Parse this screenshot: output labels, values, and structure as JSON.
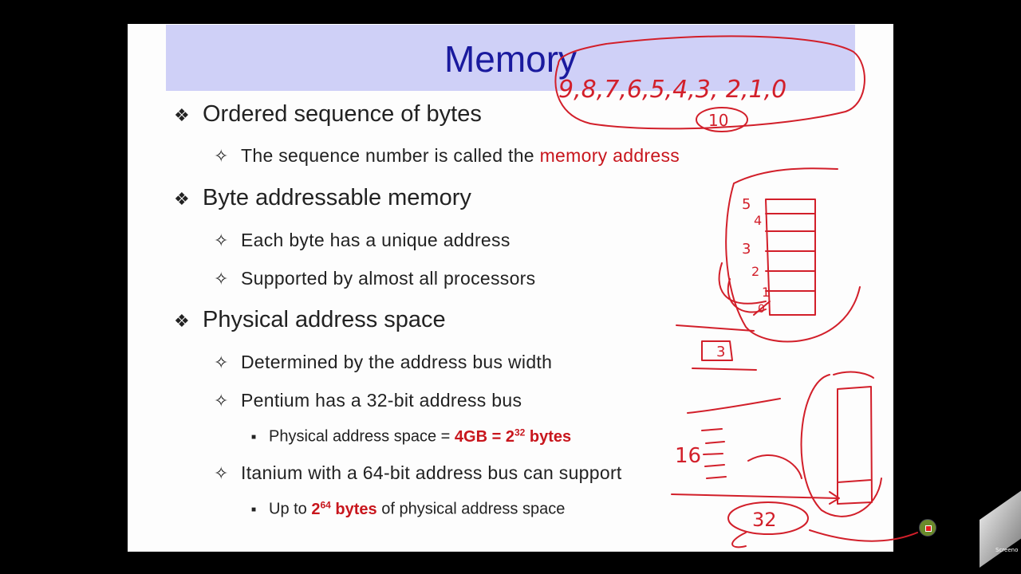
{
  "slide": {
    "title": "Memory",
    "bullets": [
      {
        "text": "Ordered sequence of bytes"
      },
      {
        "text_before": "The sequence number is called the ",
        "highlight": "memory address"
      },
      {
        "text": "Byte addressable memory"
      },
      {
        "text": "Each byte has a unique address"
      },
      {
        "text": "Supported by almost all processors"
      },
      {
        "text": "Physical address space"
      },
      {
        "text": "Determined by the address bus width"
      },
      {
        "text": "Pentium has a 32-bit address bus"
      },
      {
        "text_before": "Physical address space = ",
        "highlight": "4GB = 2",
        "sup": "32",
        "highlight_after": " bytes"
      },
      {
        "text": "Itanium with a 64-bit address bus can support"
      },
      {
        "text_before": "Up to ",
        "highlight": "2",
        "sup": "64",
        "highlight_after": " bytes",
        "text_after": " of physical address space"
      }
    ]
  },
  "annotations": {
    "sequence": "9,8,7,6,5,4,3, 2,1,0",
    "ten": "10",
    "left_labels": [
      "5",
      "4",
      "3",
      "2",
      "1",
      "0"
    ],
    "three": "3",
    "sixteen": "16",
    "thirty_two": "32",
    "color": "#d21f2a"
  },
  "overlay": {
    "recorder_badge": "Screeno"
  },
  "colors": {
    "title_band": "#cfd0f7",
    "title_text": "#1a1a9e",
    "highlight": "#c8161d"
  }
}
